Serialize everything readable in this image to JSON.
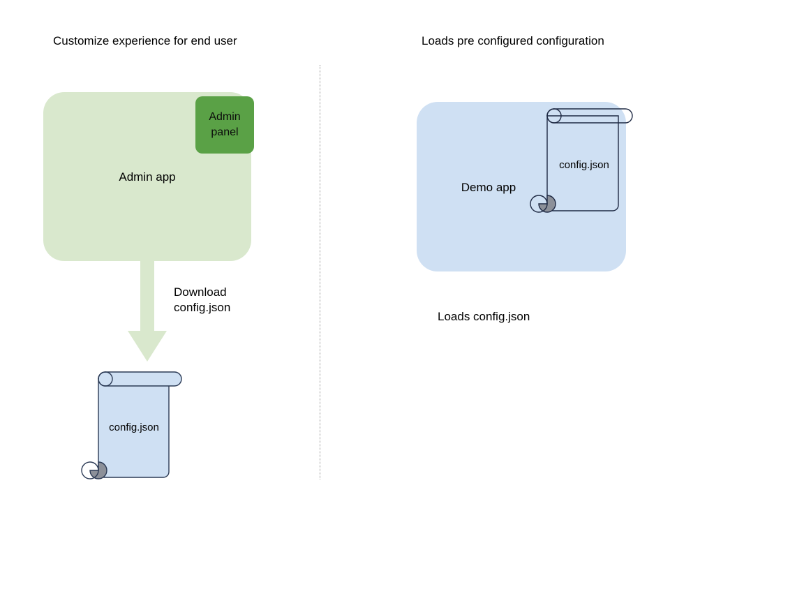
{
  "diagram": {
    "title_left": "Customize experience for end user",
    "title_right": "Loads pre configured configuration",
    "left_flow": {
      "app_label": "Admin app",
      "panel_label": "Admin\npanel",
      "arrow_label": "Download\nconfig.json",
      "document_label": "config.json",
      "app_fill": "#d9e8cd",
      "panel_fill": "#5aa146",
      "arrow_fill": "#d9e8cd",
      "document_fill": "#cfe0f3",
      "document_stroke": "#2b3a55",
      "document_roll_fill": "#8c9099"
    },
    "right_flow": {
      "app_label": "Demo app",
      "document_label": "config.json",
      "caption": "Loads config.json",
      "app_fill": "#cfe0f3",
      "document_fill": "none",
      "document_stroke": "#1f2a44",
      "document_roll_fill": "#8c9099"
    },
    "divider": {
      "style": "dotted",
      "color": "#9a9a9a"
    }
  }
}
